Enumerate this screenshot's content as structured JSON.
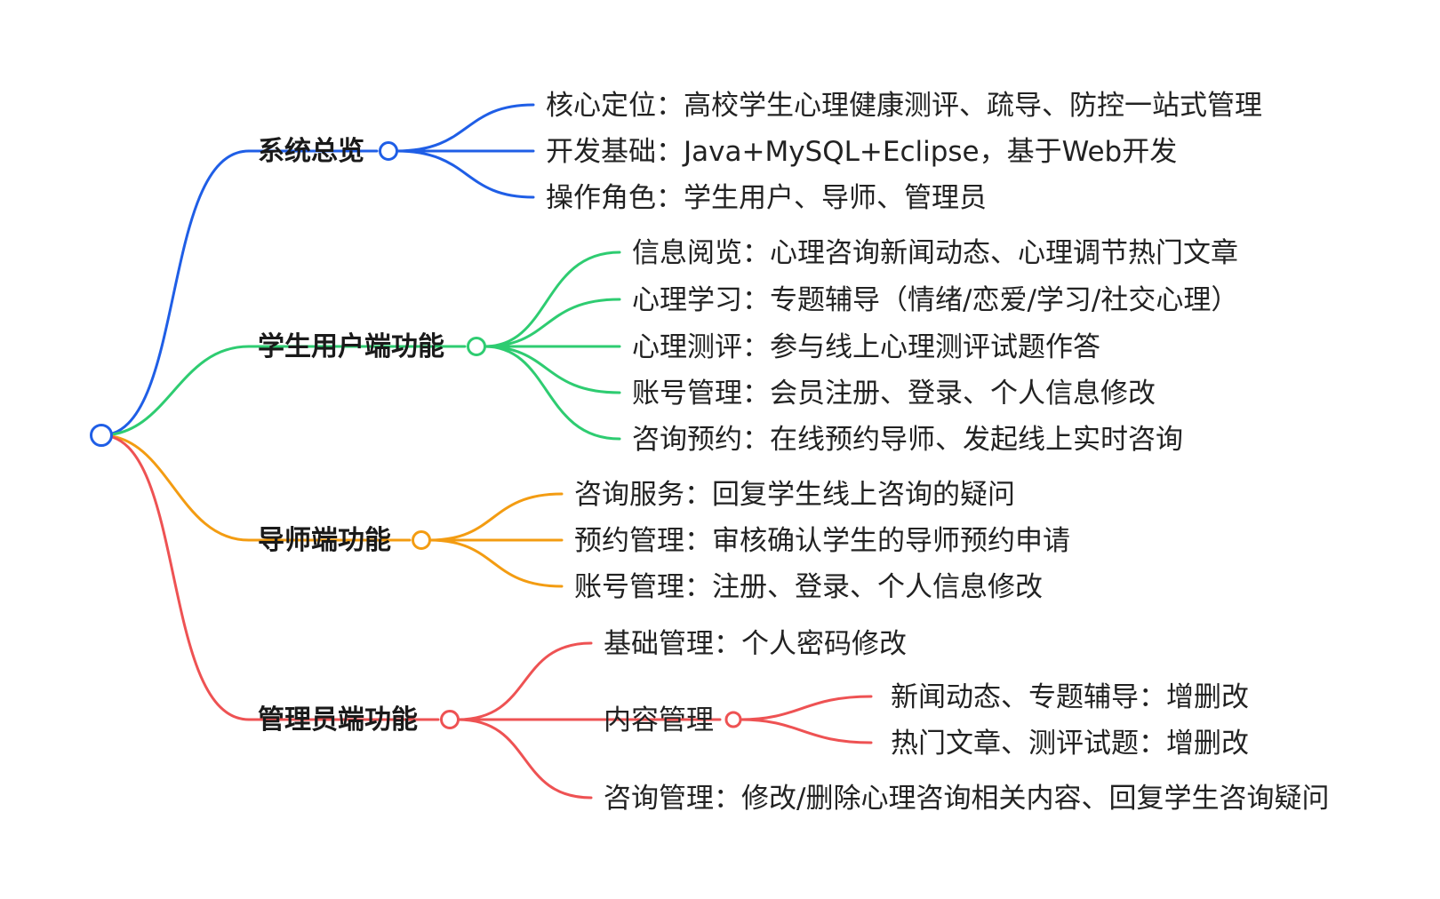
{
  "colors": {
    "overview": "#1f5ee6",
    "student": "#2ecc71",
    "mentor": "#f39c12",
    "admin": "#ee5253"
  },
  "branches": [
    {
      "label": "系统总览",
      "children": [
        "核心定位：高校学生心理健康测评、疏导、防控一站式管理",
        "开发基础：Java+MySQL+Eclipse，基于Web开发",
        "操作角色：学生用户、导师、管理员"
      ]
    },
    {
      "label": "学生用户端功能",
      "children": [
        "信息阅览：心理咨询新闻动态、心理调节热门文章",
        "心理学习：专题辅导（情绪/恋爱/学习/社交心理）",
        "心理测评：参与线上心理测评试题作答",
        "账号管理：会员注册、登录、个人信息修改",
        "咨询预约：在线预约导师、发起线上实时咨询"
      ]
    },
    {
      "label": "导师端功能",
      "children": [
        "咨询服务：回复学生线上咨询的疑问",
        "预约管理：审核确认学生的导师预约申请",
        "账号管理：注册、登录、个人信息修改"
      ]
    },
    {
      "label": "管理员端功能",
      "children": [
        "基础管理：个人密码修改",
        "内容管理",
        "咨询管理：修改/删除心理咨询相关内容、回复学生咨询疑问"
      ],
      "sub_children": [
        "新闻动态、专题辅导：增删改",
        "热门文章、测评试题：增删改"
      ]
    }
  ]
}
